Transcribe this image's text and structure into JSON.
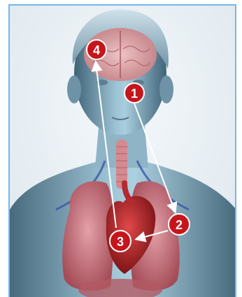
{
  "markers": [
    {
      "id": "1",
      "label": "1",
      "target": "upper-airway"
    },
    {
      "id": "2",
      "label": "2",
      "target": "left-lung"
    },
    {
      "id": "3",
      "label": "3",
      "target": "heart"
    },
    {
      "id": "4",
      "label": "4",
      "target": "brain"
    }
  ],
  "colors": {
    "marker_fill": "#c5161c",
    "marker_ring": "#ffffff",
    "arrow": "#ffffff",
    "border": "#6fb7ee",
    "background": "#ffffff",
    "skin": "#7aa3b8",
    "brain": "#e3a6a8",
    "lungs": "#c8707a",
    "heart": "#b52a2e"
  },
  "illustration": "human-anatomy-torso-illustration"
}
